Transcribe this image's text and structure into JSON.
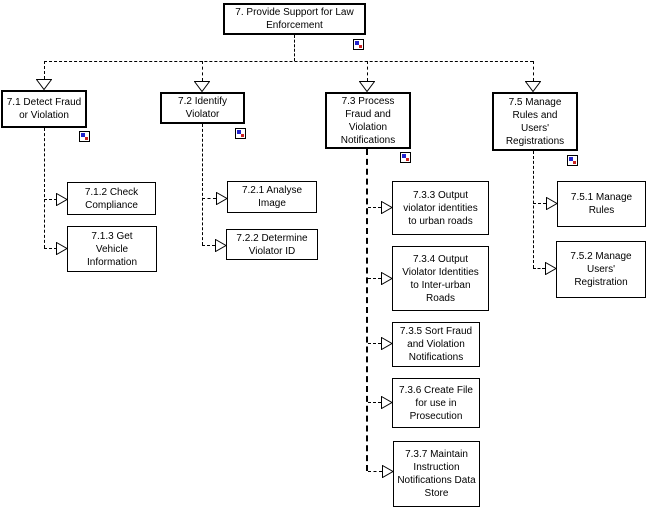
{
  "diagram_type": "function-decomposition-tree",
  "colors": {
    "background": "#ffffff",
    "line": "#000000",
    "box_fill": "#ffffff",
    "icon_blue": "#2222cc",
    "icon_red": "#cc2222"
  },
  "icons": {
    "decomposition_indicator": "small square with blue and red inner squares marking a decomposable function"
  },
  "nodes": {
    "n7": {
      "id": "7",
      "label": "7. Provide Support for Law\nEnforcement"
    },
    "n71": {
      "id": "7.1",
      "label": "7.1 Detect Fraud\nor Violation"
    },
    "n72": {
      "id": "7.2",
      "label": "7.2 Identify\nViolator"
    },
    "n73": {
      "id": "7.3",
      "label": "7.3 Process\nFraud and\nViolation\nNotifications"
    },
    "n75": {
      "id": "7.5",
      "label": "7.5 Manage\nRules and\nUsers'\nRegistrations"
    },
    "n712": {
      "id": "7.1.2",
      "label": "7.1.2 Check\nCompliance"
    },
    "n713": {
      "id": "7.1.3",
      "label": "7.1.3 Get\nVehicle\nInformation"
    },
    "n721": {
      "id": "7.2.1",
      "label": "7.2.1 Analyse\nImage"
    },
    "n722": {
      "id": "7.2.2",
      "label": "7.2.2 Determine\nViolator ID"
    },
    "n733": {
      "id": "7.3.3",
      "label": "7.3.3 Output\nviolator identities\nto urban roads"
    },
    "n734": {
      "id": "7.3.4",
      "label": "7.3.4 Output\nViolator Identities\nto Inter-urban\nRoads"
    },
    "n735": {
      "id": "7.3.5",
      "label": "7.3.5 Sort Fraud\nand Violation\nNotifications"
    },
    "n736": {
      "id": "7.3.6",
      "label": "7.3.6 Create File\nfor use in\nProsecution"
    },
    "n737": {
      "id": "7.3.7",
      "label": "7.3.7 Maintain\nInstruction\nNotifications Data\nStore"
    },
    "n751": {
      "id": "7.5.1",
      "label": "7.5.1 Manage\nRules"
    },
    "n752": {
      "id": "7.5.2",
      "label": "7.5.2 Manage\nUsers'\nRegistration"
    }
  }
}
